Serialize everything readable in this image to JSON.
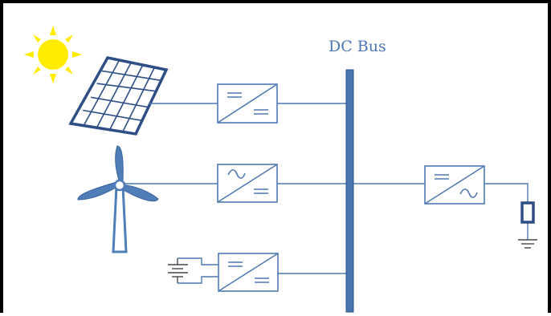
{
  "diagram": {
    "bus_label": "DC Bus",
    "colors": {
      "line": "#4f79b3",
      "bus_fill": "#4a74b0",
      "bus_stroke": "#2f5488",
      "sun": "#ffec00",
      "frame": "#000000"
    },
    "sources": [
      {
        "name": "solar-panel",
        "converter": "dc-dc"
      },
      {
        "name": "wind-turbine",
        "converter": "ac-dc"
      },
      {
        "name": "battery",
        "converter": "dc-dc"
      }
    ],
    "output": {
      "converter": "dc-ac",
      "load": "resistor",
      "ground": true
    }
  }
}
